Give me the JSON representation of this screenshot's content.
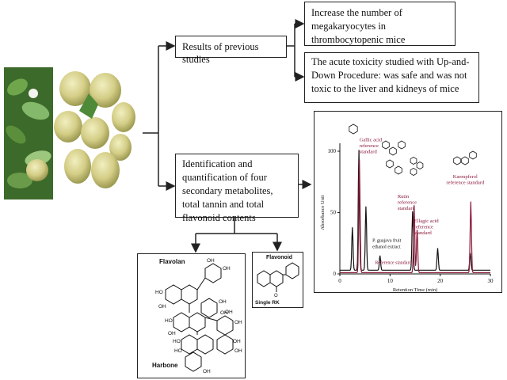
{
  "boxes": {
    "previous_studies": "Results of previous studies",
    "megakaryocytes": "Increase the number of megakaryocytes in thrombocytopenic mice",
    "toxicity": "The acute toxicity studied with Up-and-Down Procedure: was safe and was not toxic to the liver and kidneys of mice",
    "identification": "Identification and quantification of four secondary metabolites, total tannin and total flavonoid contents"
  },
  "structures": {
    "flavolan_title": "Flavolan",
    "harbone": "Harbone",
    "flavonoid_title": "Flavonoid",
    "single_rk": "Single RK"
  },
  "chart_data": {
    "type": "line",
    "xlabel": "Retention Time (min)",
    "ylabel": "Absorbance Unit",
    "xlim": [
      0,
      30
    ],
    "ylim": [
      0,
      100
    ],
    "x_ticks": [
      "0",
      "10",
      "20",
      "30"
    ],
    "y_ticks": [
      "0",
      "50",
      "100"
    ],
    "series": [
      {
        "name": "P. guajava fruit ethanol extract",
        "color": "#111111",
        "peaks": [
          [
            2.5,
            35
          ],
          [
            3.8,
            98
          ],
          [
            5.2,
            52
          ],
          [
            8.0,
            12
          ],
          [
            14.5,
            48
          ],
          [
            19.5,
            18
          ],
          [
            26.0,
            14
          ]
        ]
      },
      {
        "name": "Reference standard",
        "color": "#8b1a3a",
        "peaks": [
          [
            3.9,
            92
          ],
          [
            14.8,
            55
          ],
          [
            15.4,
            35
          ],
          [
            26.1,
            58
          ]
        ]
      }
    ],
    "annotations": [
      {
        "text": "Gallic acid reference standard",
        "x": 3.9,
        "y": 92
      },
      {
        "text": "Rutin reference standard",
        "x": 12.5,
        "y": 42
      },
      {
        "text": "Ellagic acid reference standard",
        "x": 15.4,
        "y": 35
      },
      {
        "text": "Kaempferol reference standard",
        "x": 26.1,
        "y": 58
      }
    ]
  },
  "colors": {
    "maroon": "#8b1a3a",
    "line": "#222222",
    "leaf": "#3f6e2c",
    "fruit": "#c9c47a"
  }
}
